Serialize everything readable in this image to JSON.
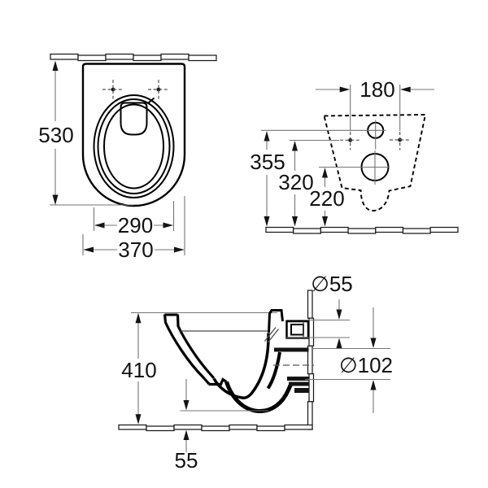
{
  "drawing": {
    "type": "technical-dimension-drawing",
    "subject": "wall-hung-wc",
    "background": "#ffffff",
    "line_color": "#000000",
    "thin_line_color": "#757575"
  },
  "dims": {
    "top_depth": "530",
    "seat_width": "290",
    "body_width": "370",
    "fixing_hole_spacing": "180",
    "inlet_center_height": "355",
    "fixing_hole_height": "320",
    "outlet_center_height": "220",
    "rim_height": "410",
    "underside_clearance": "55",
    "inlet_diameter": "∅55",
    "outlet_diameter": "∅102"
  }
}
